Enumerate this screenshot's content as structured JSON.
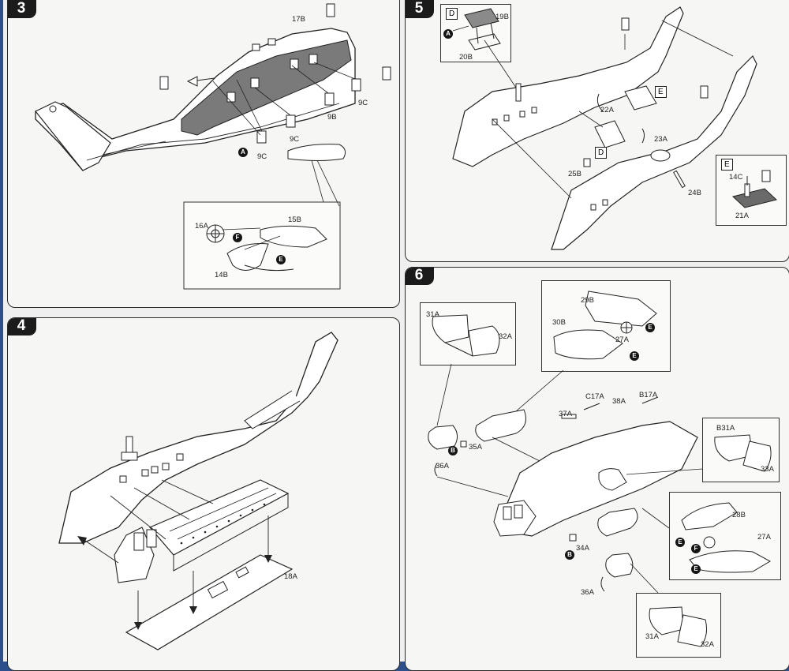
{
  "steps": [
    {
      "number": "3",
      "labels": {
        "p17b": "17B",
        "p9b": "9B",
        "p9c_1": "9C",
        "p9c_2": "9C",
        "p9c_3": "9C",
        "p16a": "16A",
        "p15b": "15B",
        "p14b": "14B"
      },
      "markers": {
        "a": "A",
        "f": "F",
        "e": "E"
      }
    },
    {
      "number": "4",
      "labels": {
        "p18a": "18A"
      }
    },
    {
      "number": "5",
      "labels": {
        "p19b": "19B",
        "p20b": "20B",
        "p22a": "22A",
        "p23a": "23A",
        "p25b": "25B",
        "p24b": "24B",
        "p14c": "14C",
        "p21a": "21A"
      },
      "markers": {
        "a": "A"
      },
      "boxes": {
        "d": "D",
        "e": "E"
      },
      "callouts": {
        "d": "D",
        "e": "E"
      }
    },
    {
      "number": "6",
      "labels": {
        "p31a_top": "31A",
        "p32a_top": "32A",
        "p29b": "29B",
        "p30b": "30B",
        "p27a_top": "27A",
        "p35a": "35A",
        "p36a_left": "36A",
        "p37a": "37A",
        "pc17a": "C17A",
        "p38a": "38A",
        "pb17a": "B17A",
        "pb31a": "B31A",
        "p33a": "33A",
        "p28b": "28B",
        "p27a_right": "27A",
        "p34a": "34A",
        "p36a_bottom": "36A",
        "p31a_bottom": "31A",
        "p32a_bottom": "32A"
      },
      "markers": {
        "b1": "B",
        "e1": "E",
        "e2": "E",
        "b2": "B",
        "e3": "E",
        "f": "F",
        "e4": "E"
      }
    }
  ]
}
